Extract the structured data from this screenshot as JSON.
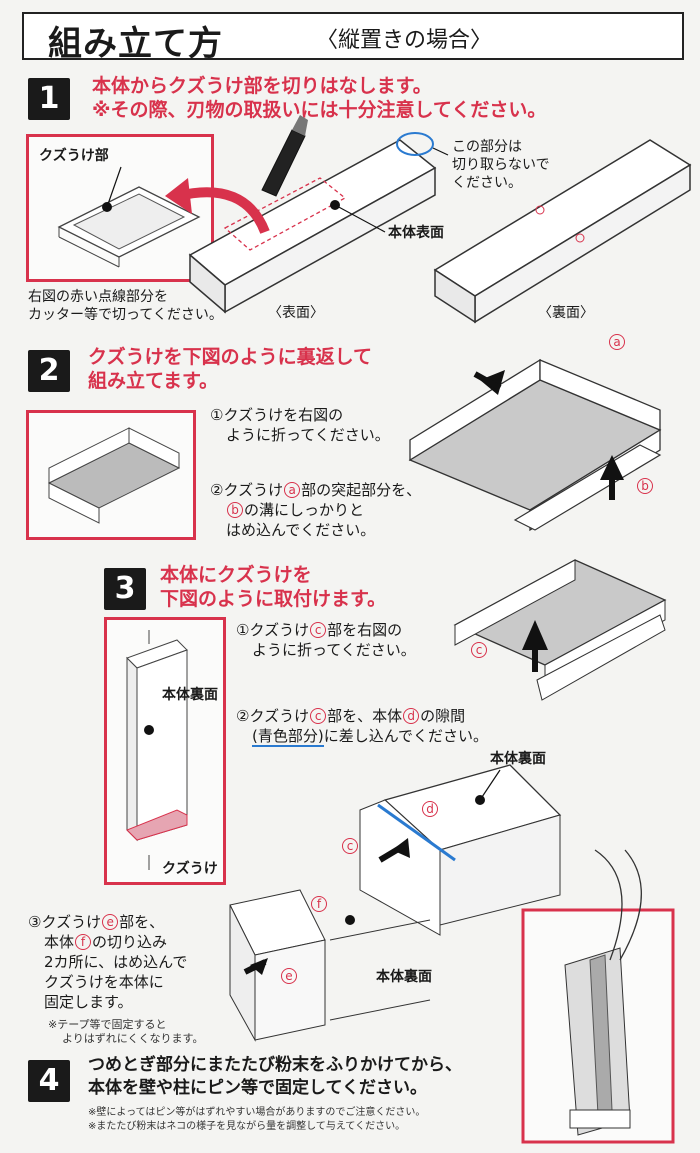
{
  "title": {
    "main": "組み立て方",
    "sub": "〈縦置きの場合〉"
  },
  "step1": {
    "number": "1",
    "heading_line1": "本体からクズうけ部を切りはなします。",
    "heading_line2": "※その際、刃物の取扱いには十分注意してください。",
    "label_kuzuuke": "クズうけ部",
    "label_hontai_hyomen": "本体表面",
    "callout_line1": "この部分は",
    "callout_line2": "切り取らないで",
    "callout_line3": "ください。",
    "cut_note_line1": "右図の赤い点線部分を",
    "cut_note_line2": "カッター等で切ってください。",
    "label_front": "〈表面〉",
    "label_back": "〈裏面〉"
  },
  "step2": {
    "number": "2",
    "heading_line1": "クズうけを下図のように裏返して",
    "heading_line2": "組み立てます。",
    "inst1_line1": "①クズうけを右図の",
    "inst1_line2": "ように折ってください。",
    "inst2_pre": "②クズうけ",
    "inst2_mark_a": "a",
    "inst2_post": "部の突起部分を、",
    "inst2_mark_b": "b",
    "inst2_line2_post": "の溝にしっかりと",
    "inst2_line3": "はめ込んでください。",
    "marker_a": "a",
    "marker_b": "b"
  },
  "step3": {
    "number": "3",
    "heading_line1": "本体にクズうけを",
    "heading_line2": "下図のように取付けます。",
    "label_hontai_ura": "本体裏面",
    "label_kuzuuke": "クズうけ",
    "inst1_pre": "①クズうけ",
    "inst1_mark_c": "c",
    "inst1_post": "部を右図の",
    "inst1_line2": "ように折ってください。",
    "inst2_pre": "②クズうけ",
    "inst2_mark_c": "c",
    "inst2_mid": "部を、本体",
    "inst2_mark_d": "d",
    "inst2_post": "の隙間",
    "inst2_blue": "(青色部分)",
    "inst2_line2_post": "に差し込んでください。",
    "label_hontai_ura_right": "本体裏面",
    "label_hontai_ura_bottom": "本体裏面",
    "inst3_pre": "③クズうけ",
    "inst3_mark_e": "e",
    "inst3_post": "部を、",
    "inst3_line2_pre": "本体",
    "inst3_mark_f": "f",
    "inst3_line2_post": "の切り込み",
    "inst3_line3": "2カ所に、はめ込んで",
    "inst3_line4": "クズうけを本体に",
    "inst3_line5": "固定します。",
    "inst3_note_line1": "※テープ等で固定すると",
    "inst3_note_line2": "よりはずれにくくなります。",
    "marker_c": "c",
    "marker_d": "d",
    "marker_e": "e",
    "marker_f": "f"
  },
  "step4": {
    "number": "4",
    "line1": "つめとぎ部分にまたたび粉末をふりかけてから、",
    "line2": "本体を壁や柱にピン等で固定してください。",
    "note1": "※壁によってはピン等がはずれやすい場合がありますのでご注意ください。",
    "note2": "※またたび粉末はネコの様子を見ながら量を調整して与えてください。"
  }
}
